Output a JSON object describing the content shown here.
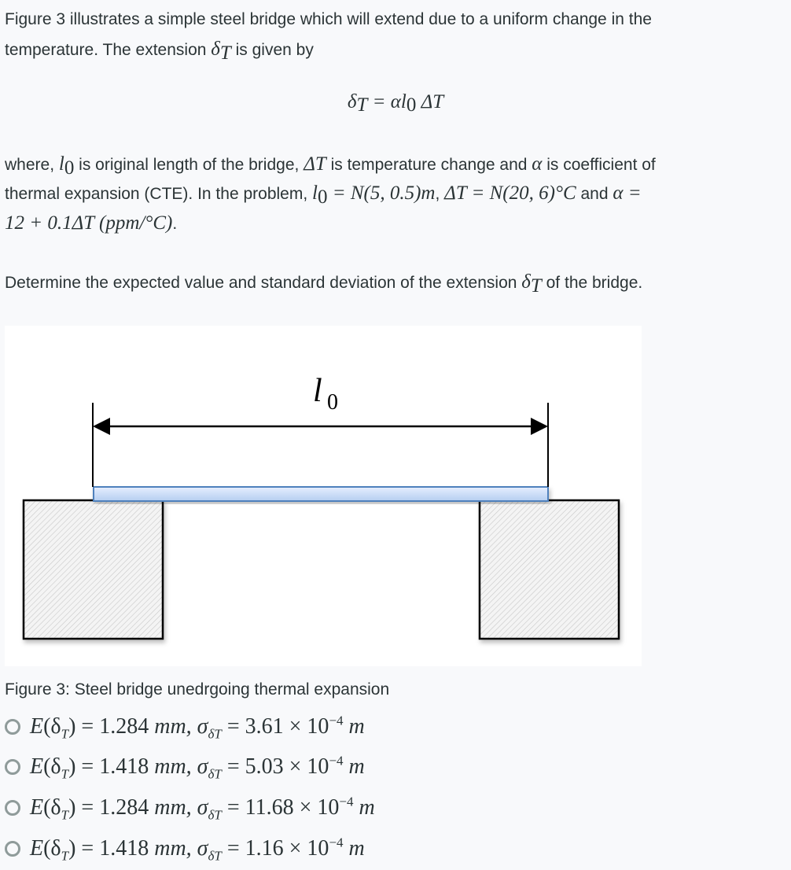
{
  "intro": {
    "line1": "Figure 3 illustrates a simple steel bridge which will extend due to a uniform change in the",
    "line2_pre": "temperature. The extension ",
    "line2_sym": "δ",
    "line2_sub": "T",
    "line2_post": " is given by"
  },
  "equation": {
    "lhs": "δ",
    "lhs_sub": "T",
    "rhs": " = αl",
    "rhs_sub": "0",
    "rhs_tail": " ΔT"
  },
  "where": {
    "line1_a": "where, ",
    "l0": "l",
    "l0_sub": "0",
    "line1_b": " is original length of the bridge, ",
    "dT": "ΔT",
    "line1_c": " is temperature change and ",
    "alpha": "α",
    "line1_d": " is coefficient of",
    "line2_a": "thermal expansion (CTE). In the problem, ",
    "line2_l0": "l",
    "line2_l0_sub": "0",
    "line2_l0_dist": " = N(5, 0.5)m",
    "line2_comma": ", ",
    "line2_dT_dist": "ΔT = N(20, 6)°C",
    "line2_and": " and ",
    "line2_alpha": "α =",
    "line3": "12 + 0.1ΔT (ppm/°C)",
    "line3_end": "."
  },
  "question": {
    "pre": "Determine the expected value and standard deviation of the extension ",
    "sym": "δ",
    "sub": "T",
    "post": " of the bridge."
  },
  "figure": {
    "dimension_label": "l",
    "dimension_label_sub": "0",
    "beam_color": "#c5d9f5",
    "beam_border": "#4f81bd",
    "caption": "Figure 3: Steel bridge unedrgoing thermal expansion"
  },
  "options": [
    {
      "mean": "1.284",
      "std": "3.61"
    },
    {
      "mean": "1.418",
      "std": "5.03"
    },
    {
      "mean": "1.284",
      "std": "11.68"
    },
    {
      "mean": "1.418",
      "std": "1.16"
    }
  ],
  "option_parts": {
    "E": "E",
    "open": "(δ",
    "sub": "T",
    "close": ") = ",
    "unit_mm": " mm, σ",
    "sigma_sub": "δT",
    "eq": " = ",
    "times": " × 10",
    "exp": "−4",
    "unit_m": " m"
  }
}
